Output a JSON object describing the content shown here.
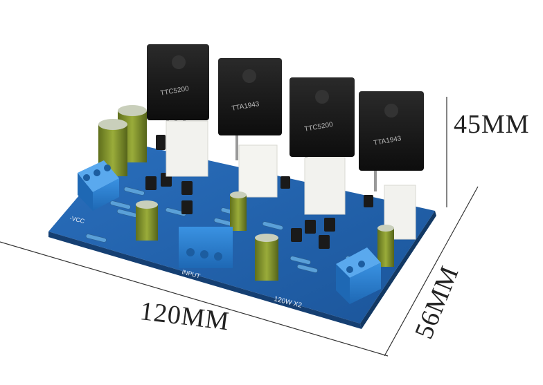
{
  "dimensions": {
    "width": "120MM",
    "depth": "56MM",
    "height": "45MM"
  },
  "board": {
    "silkscreen_gain": "120W X2",
    "silkscreen_input": "INPUT",
    "silkscreen_vcc": "-VCC"
  },
  "transistors": [
    {
      "marking": "TTC5200"
    },
    {
      "marking": "TTA1943"
    },
    {
      "marking": "TTC5200"
    },
    {
      "marking": "TTA1943"
    }
  ],
  "colors": {
    "pcb": "#1f5fa8",
    "pcb_edge": "#174a85",
    "terminal": "#2b7fd0",
    "transistor": "#1a1a1a",
    "resistor_block": "#f2f2ee",
    "capacitor": "#7a8c2a"
  }
}
